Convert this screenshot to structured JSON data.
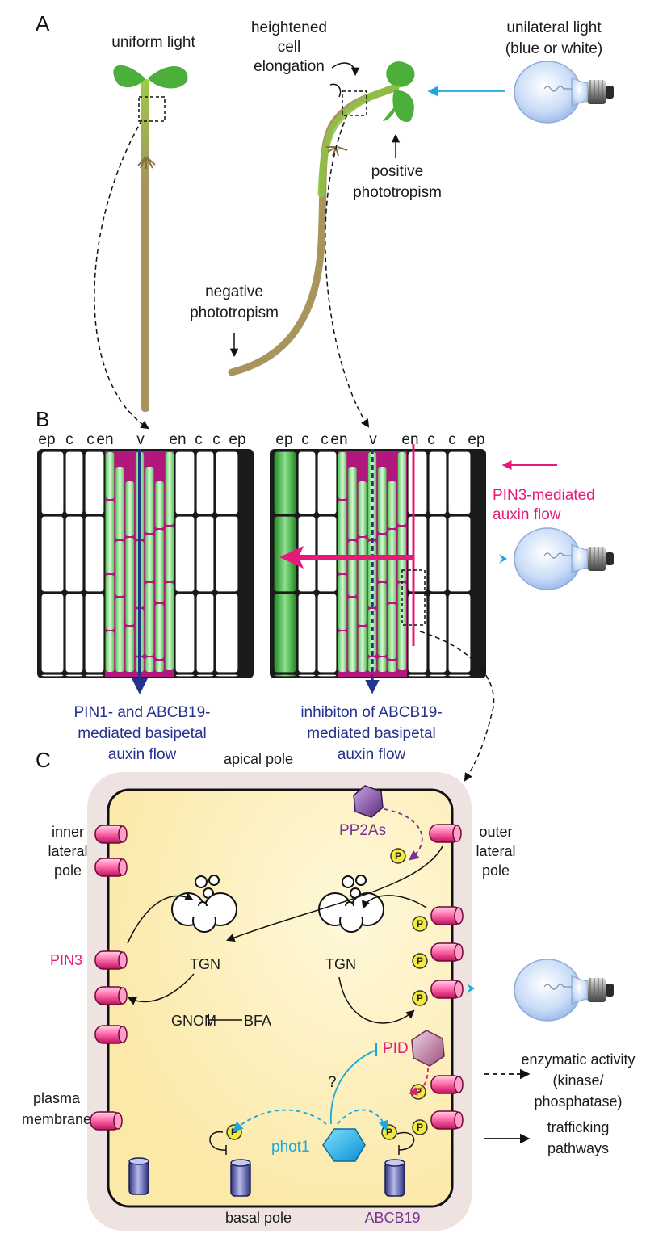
{
  "panels": {
    "a": "A",
    "b": "B",
    "c": "C"
  },
  "panel_a": {
    "uniform_light": "uniform light",
    "unilateral_line1": "unilateral light",
    "unilateral_line2": "(blue or white)",
    "heightened_1": "heightened",
    "heightened_2": "cell",
    "heightened_3": "elongation",
    "positive_1": "positive",
    "positive_2": "phototropism",
    "negative_1": "negative",
    "negative_2": "phototropism"
  },
  "panel_b": {
    "left_tissue_labels": [
      "ep",
      "c",
      "c",
      "en",
      "v",
      "en",
      "c",
      "c",
      "ep"
    ],
    "right_tissue_labels": [
      "ep",
      "c",
      "c",
      "en",
      "v",
      "en",
      "c",
      "c",
      "ep"
    ],
    "left_caption": [
      "PIN1- and ABCB19-",
      "mediated basipetal",
      "auxin flow"
    ],
    "right_caption": [
      "inhibiton of ABCB19-",
      "mediated basipetal",
      "auxin flow"
    ],
    "pin3_legend_1": "PIN3-mediated",
    "pin3_legend_2": "auxin flow"
  },
  "panel_c": {
    "apical_pole": "apical pole",
    "inner_1": "inner",
    "inner_2": "lateral",
    "inner_3": "pole",
    "outer_1": "outer",
    "outer_2": "lateral",
    "outer_3": "pole",
    "pin3": "PIN3",
    "plasma_1": "plasma",
    "plasma_2": "membrane",
    "pp2as": "PP2As",
    "tgn_left": "TGN",
    "tgn_right": "TGN",
    "gnom": "GNOM",
    "bfa": "BFA",
    "pid": "PID",
    "question": "?",
    "phot1": "phot1",
    "phospho": "P",
    "basal_pole": "basal pole",
    "abcb19": "ABCB19",
    "legend_enzymatic_1": "enzymatic activity",
    "legend_enzymatic_2": "(kinase/",
    "legend_enzymatic_3": "phosphatase)",
    "legend_trafficking_1": "trafficking",
    "legend_trafficking_2": "pathways"
  },
  "colors": {
    "seedling_green": "#4caf3a",
    "hypocotyl_tan": "#a8955e",
    "vascular_green": "#7fdc7f",
    "pin3_pink": "#e8197a",
    "auxin_blue": "#24318f",
    "phot1_cyan": "#19a9e0",
    "cell_yellow": "#fdf3c4",
    "pp2a_purple": "#7a3392"
  }
}
